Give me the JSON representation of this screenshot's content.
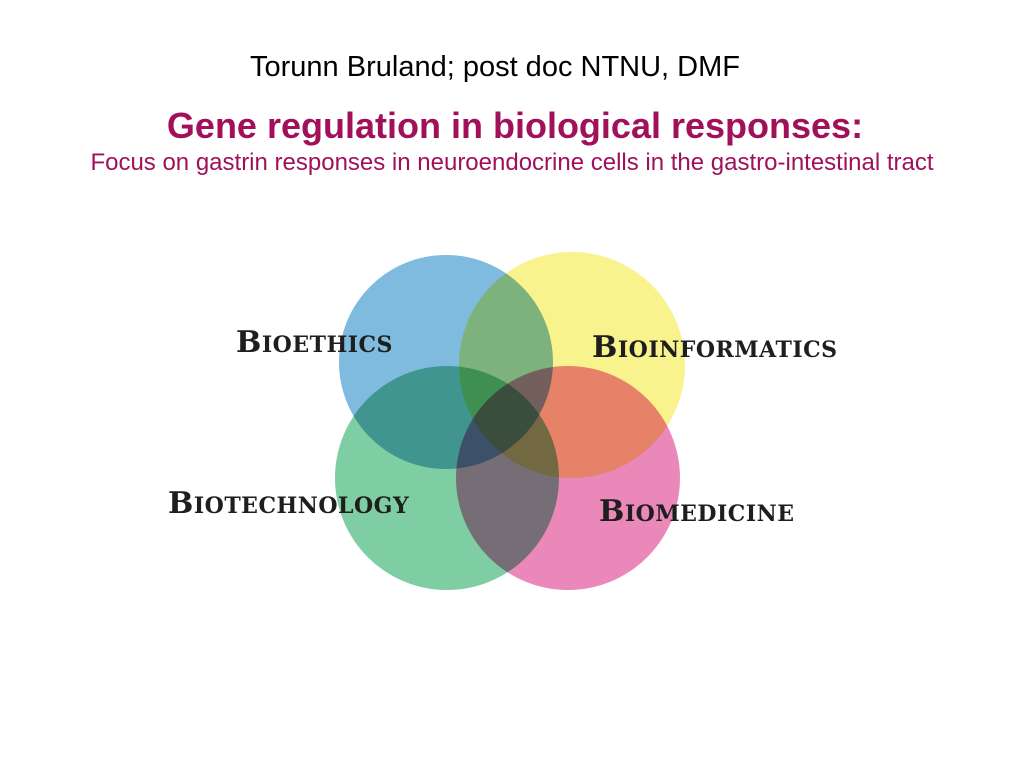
{
  "header": {
    "author_line": "Torunn Bruland; post doc NTNU, DMF",
    "title": "Gene regulation in biological responses:",
    "subtitle": "Focus on gastrin responses in neuroendocrine cells in the gastro-intestinal tract"
  },
  "colors": {
    "title": "#a0115a",
    "subtitle": "#a0115a",
    "bioethics": "#5ba6d6",
    "bioinformatics": "#f7f06e",
    "biotechnology": "#4dba7e",
    "biomedicine": "#e25aa0",
    "label": "#1e1e1e"
  },
  "venn": {
    "circles": [
      {
        "label_initial": "B",
        "label_rest": "IOETHICS",
        "color_key": "bioethics"
      },
      {
        "label_initial": "B",
        "label_rest": "IOINFORMATICS",
        "color_key": "bioinformatics"
      },
      {
        "label_initial": "B",
        "label_rest": "IOTECHNOLOGY",
        "color_key": "biotechnology"
      },
      {
        "label_initial": "B",
        "label_rest": "IOMEDICINE",
        "color_key": "biomedicine"
      }
    ]
  }
}
